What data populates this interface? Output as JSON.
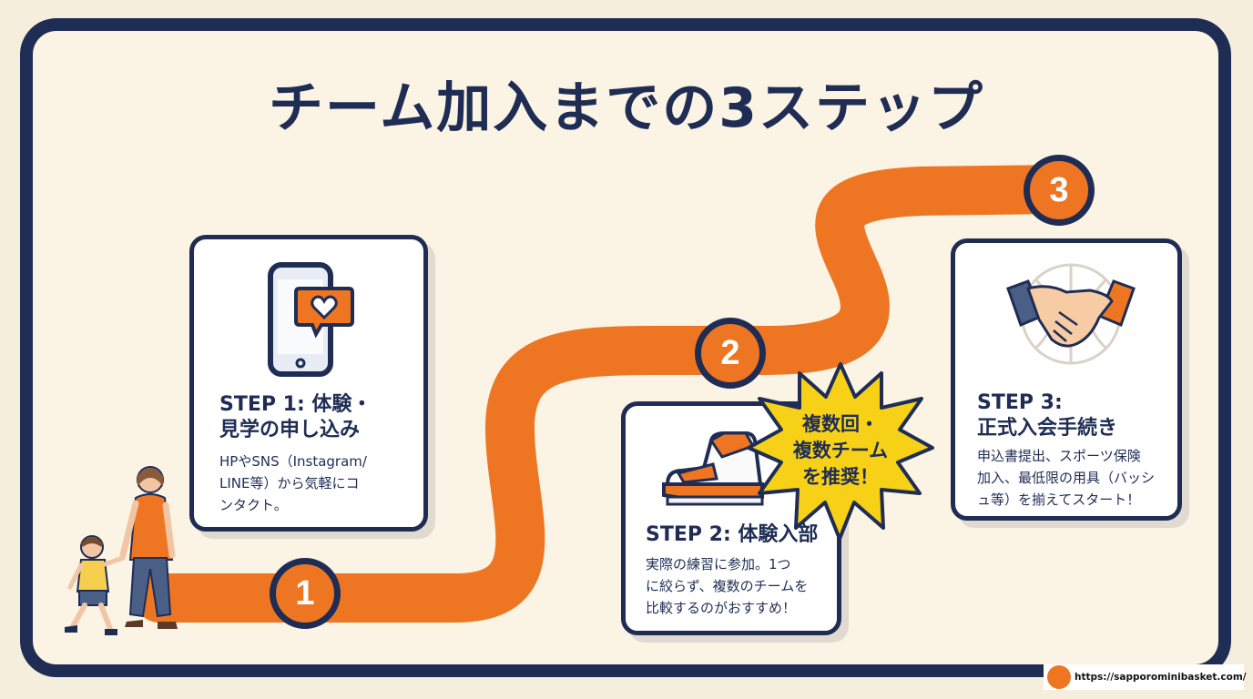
{
  "title": "チーム加入までの3ステップ",
  "steps": [
    {
      "number": "1",
      "heading_line1": "STEP 1: 体験・",
      "heading_line2": "見学の申し込み",
      "body_line1": "HPやSNS（Instagram/",
      "body_line2": "LINE等）から気軽にコ",
      "body_line3": "ンタクト。",
      "icon": "smartphone-heart-icon"
    },
    {
      "number": "2",
      "heading_line1": "STEP 2: 体験入部",
      "body_line1": "実際の練習に参加。1つ",
      "body_line2": "に絞らず、複数のチームを",
      "body_line3": "比較するのがおすすめ！",
      "icon": "sneaker-icon"
    },
    {
      "number": "3",
      "heading_line1": "STEP 3:",
      "heading_line2": "正式入会手続き",
      "body_line1": "申込書提出、スポーツ保険",
      "body_line2": "加入、最低限の用具（バッシ",
      "body_line3": "ュ等）を揃えてスタート！",
      "icon": "handshake-basketball-icon"
    }
  ],
  "callout": {
    "line1": "複数回・",
    "line2": "複数チーム",
    "line3": "を推奨！"
  },
  "credit": {
    "url": "https://sapporominibasket.com/"
  },
  "colors": {
    "navy": "#1f2d55",
    "orange": "#ee7623",
    "cream": "#fbf3e3",
    "yellow": "#f7d117"
  }
}
